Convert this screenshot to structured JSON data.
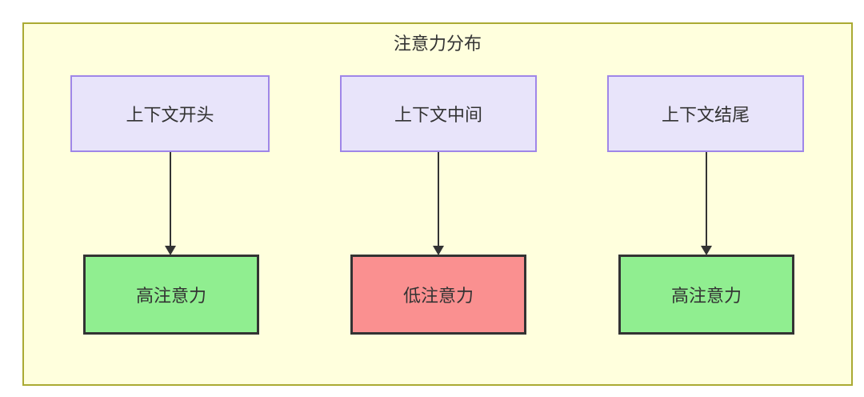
{
  "diagram": {
    "title": "注意力分布",
    "container": {
      "background_color": "#ffffdd",
      "border_color": "#aaaa33"
    },
    "columns": [
      {
        "context_label": "上下文开头",
        "attention_label": "高注意力",
        "attention_level": "high",
        "attention_color": "#90ee90"
      },
      {
        "context_label": "上下文中间",
        "attention_label": "低注意力",
        "attention_level": "low",
        "attention_color": "#fa9090"
      },
      {
        "context_label": "上下文结尾",
        "attention_label": "高注意力",
        "attention_level": "high",
        "attention_color": "#90ee90"
      }
    ],
    "node_style": {
      "context_fill": "#e8e4fa",
      "context_border": "#9f86e8",
      "attention_border": "#333333",
      "text_color": "#333333"
    }
  }
}
